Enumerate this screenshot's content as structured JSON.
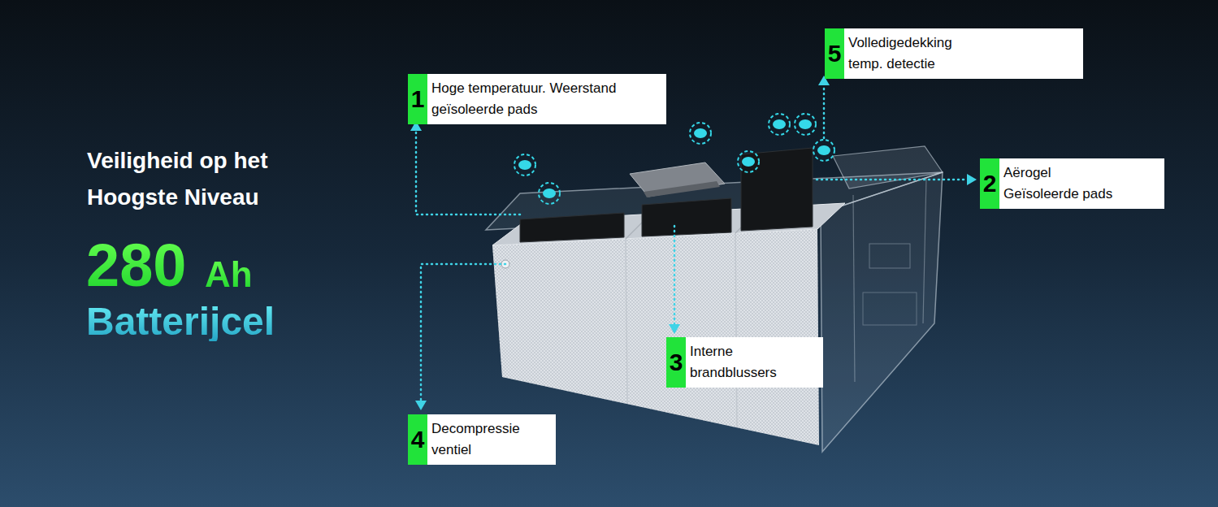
{
  "diagram": {
    "title": "Veiligheid op het Hoogste Niveau",
    "nodes": [
      {
        "text": [
          "1",
          "Hoge temperatuur. Weerstand geïsoleerde pads"
        ]
      },
      {
        "text": [
          "2",
          "Aërogel Geïsoleerde pads"
        ]
      },
      {
        "text": [
          "3",
          "Interne brandblussers"
        ]
      },
      {
        "text": [
          "4",
          "Decompressie ventiel"
        ]
      },
      {
        "text": [
          "5",
          "Volledigedekking temp. detectie"
        ]
      }
    ],
    "labels": [
      "280",
      "Ah",
      "Batterijcel"
    ]
  }
}
